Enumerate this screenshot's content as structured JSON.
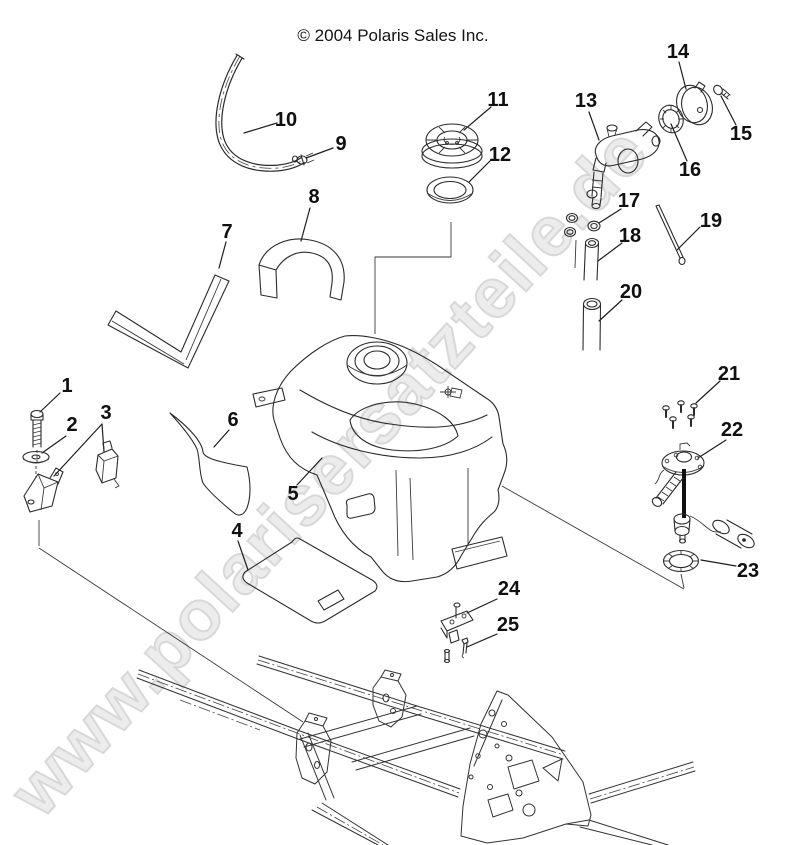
{
  "copyright": "© 2004 Polaris Sales Inc.",
  "watermark": "www.polarisersatzteile.de",
  "callouts": [
    {
      "number": "1"
    },
    {
      "number": "2"
    },
    {
      "number": "3"
    },
    {
      "number": "4"
    },
    {
      "number": "5"
    },
    {
      "number": "6"
    },
    {
      "number": "7"
    },
    {
      "number": "8"
    },
    {
      "number": "9"
    },
    {
      "number": "10"
    },
    {
      "number": "11"
    },
    {
      "number": "12"
    },
    {
      "number": "13"
    },
    {
      "number": "14"
    },
    {
      "number": "15"
    },
    {
      "number": "16"
    },
    {
      "number": "17"
    },
    {
      "number": "18"
    },
    {
      "number": "19"
    },
    {
      "number": "20"
    },
    {
      "number": "21"
    },
    {
      "number": "22"
    },
    {
      "number": "23"
    },
    {
      "number": "24"
    },
    {
      "number": "25"
    }
  ],
  "colors": {
    "background": "#ffffff",
    "line_art": "#2b2b2b",
    "watermark_fill": "#ececec",
    "watermark_outline": "#d8d8d8"
  }
}
